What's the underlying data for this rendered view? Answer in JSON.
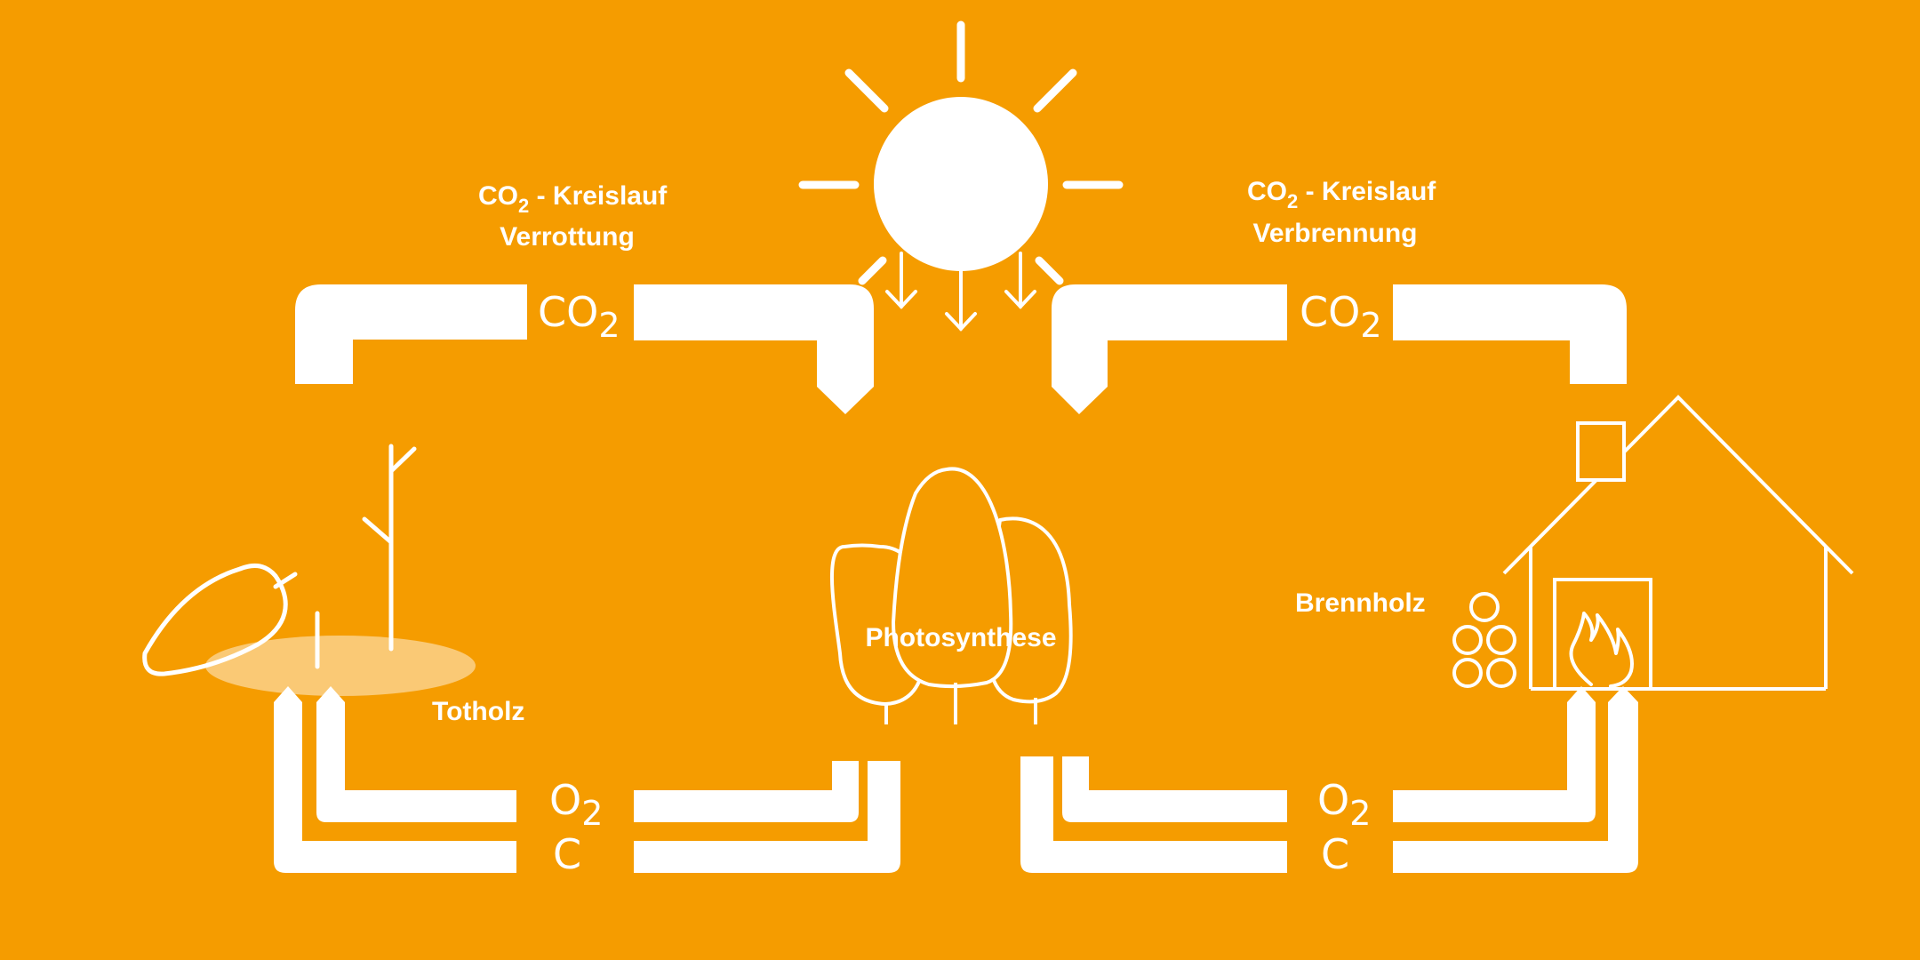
{
  "colors": {
    "background": "#F59C00",
    "foreground": "#FFFFFF",
    "ground_patch": "#FAD18A"
  },
  "cycles": {
    "left": {
      "title_prefix": "CO",
      "title_sub": "2",
      "title_suffix": " - Kreislauf",
      "subtitle": "Verrottung"
    },
    "right": {
      "title_prefix": "CO",
      "title_sub": "2",
      "title_suffix": " - Kreislauf",
      "subtitle": "Verbrennung"
    }
  },
  "flows": {
    "top": {
      "main": "CO",
      "sub": "2"
    },
    "bottom_upper": {
      "main": "O",
      "sub": "2"
    },
    "bottom_lower": {
      "main": "C"
    }
  },
  "labels": {
    "deadwood": "Totholz",
    "photosynthesis": "Photosynthese",
    "firewood": "Brennholz"
  },
  "icons": [
    "sun-icon",
    "tree-group-icon",
    "deadwood-icon",
    "house-icon",
    "fire-icon",
    "log-stack-icon"
  ]
}
